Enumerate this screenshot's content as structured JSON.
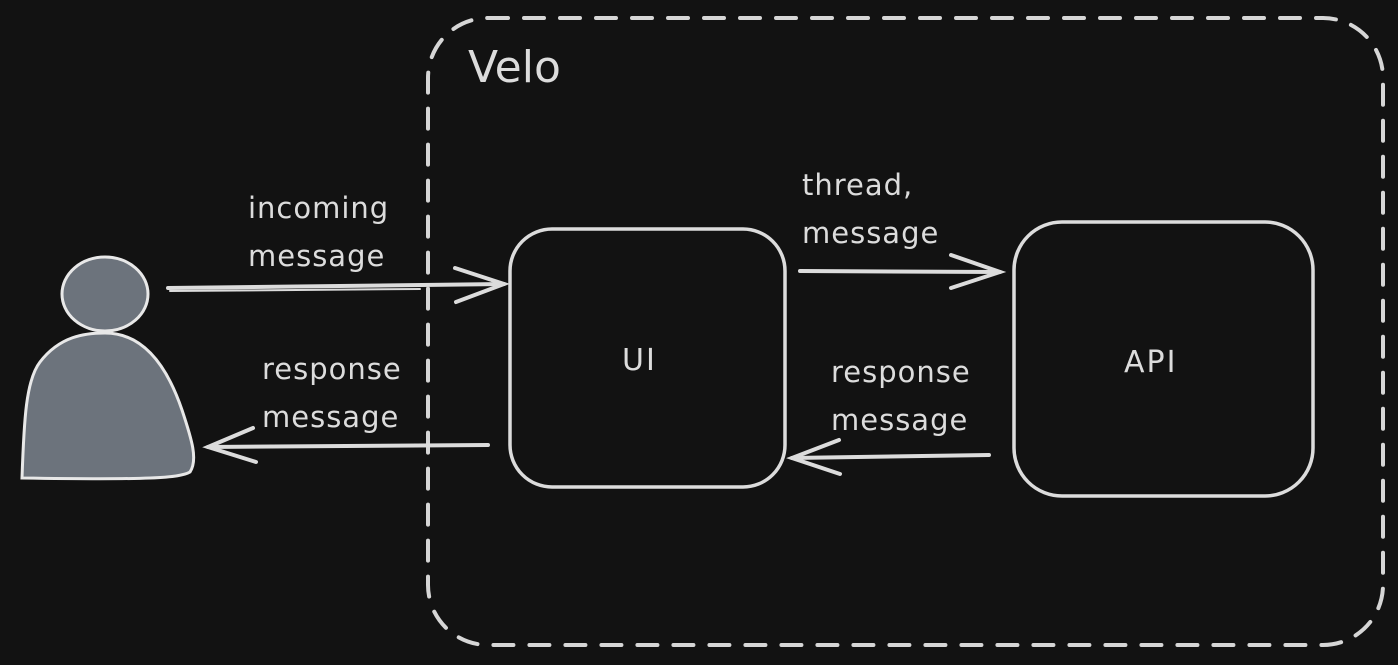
{
  "diagram": {
    "boundary": {
      "label": "Velo",
      "style": "dashed"
    },
    "actor": {
      "name": "user",
      "fill": "#6c737c",
      "stroke": "#e8e8e8"
    },
    "nodes": [
      {
        "id": "ui",
        "label": "UI"
      },
      {
        "id": "api",
        "label": "API"
      }
    ],
    "edges": [
      {
        "id": "incoming",
        "from": "user",
        "to": "ui",
        "label": "incoming\nmessage"
      },
      {
        "id": "response-to-user",
        "from": "ui",
        "to": "user",
        "label": "response\nmessage"
      },
      {
        "id": "thread-message",
        "from": "ui",
        "to": "api",
        "label": "thread,\nmessage"
      },
      {
        "id": "response-to-ui",
        "from": "api",
        "to": "ui",
        "label": "response\nmessage"
      }
    ]
  },
  "colors": {
    "background": "#121212",
    "stroke": "#dcdcdc",
    "actor_fill": "#6c737c"
  }
}
